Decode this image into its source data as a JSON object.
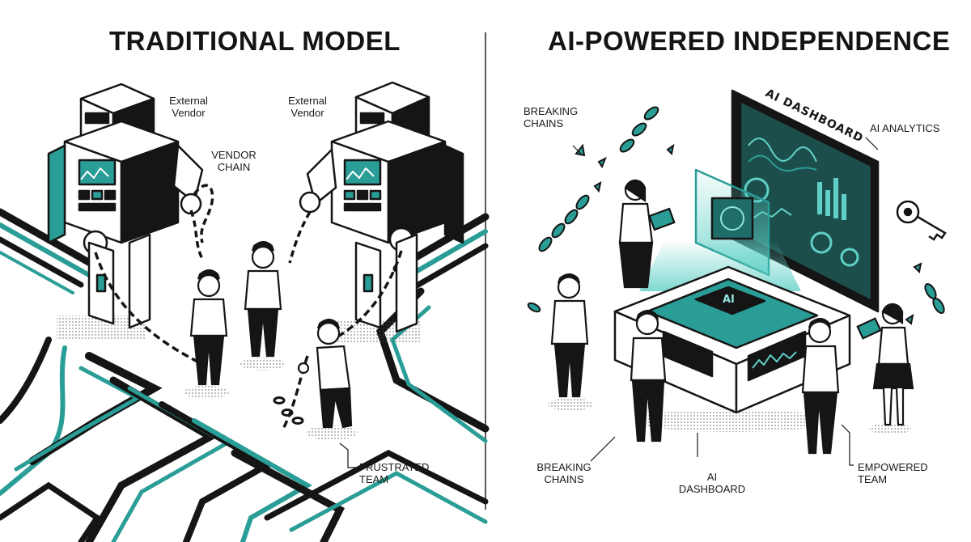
{
  "left_panel": {
    "title": "TRADITIONAL MODEL",
    "labels": {
      "vendor_left": "External\nVendor",
      "vendor_right": "External\nVendor",
      "vendor_chain": "VENDOR\nCHAIN",
      "frustrated_team": "FRUSTRATED\nTEAM"
    }
  },
  "right_panel": {
    "title": "AI-POWERED INDEPENDENCE",
    "labels": {
      "breaking_chains_top": "BREAKING\nCHAINS",
      "ai_analytics": "AI ANALYTICS",
      "breaking_chains_bottom": "BREAKING\nCHAINS",
      "ai_dashboard_bottom": "AI\nDASHBOARD",
      "empowered_team": "EMPOWERED\nTEAM",
      "screen_title": "AI DASHBOARD",
      "chip_text": "AI"
    }
  },
  "colors": {
    "accent": "#2a9d96",
    "ink": "#151515",
    "glow": "#8fe3dc"
  }
}
